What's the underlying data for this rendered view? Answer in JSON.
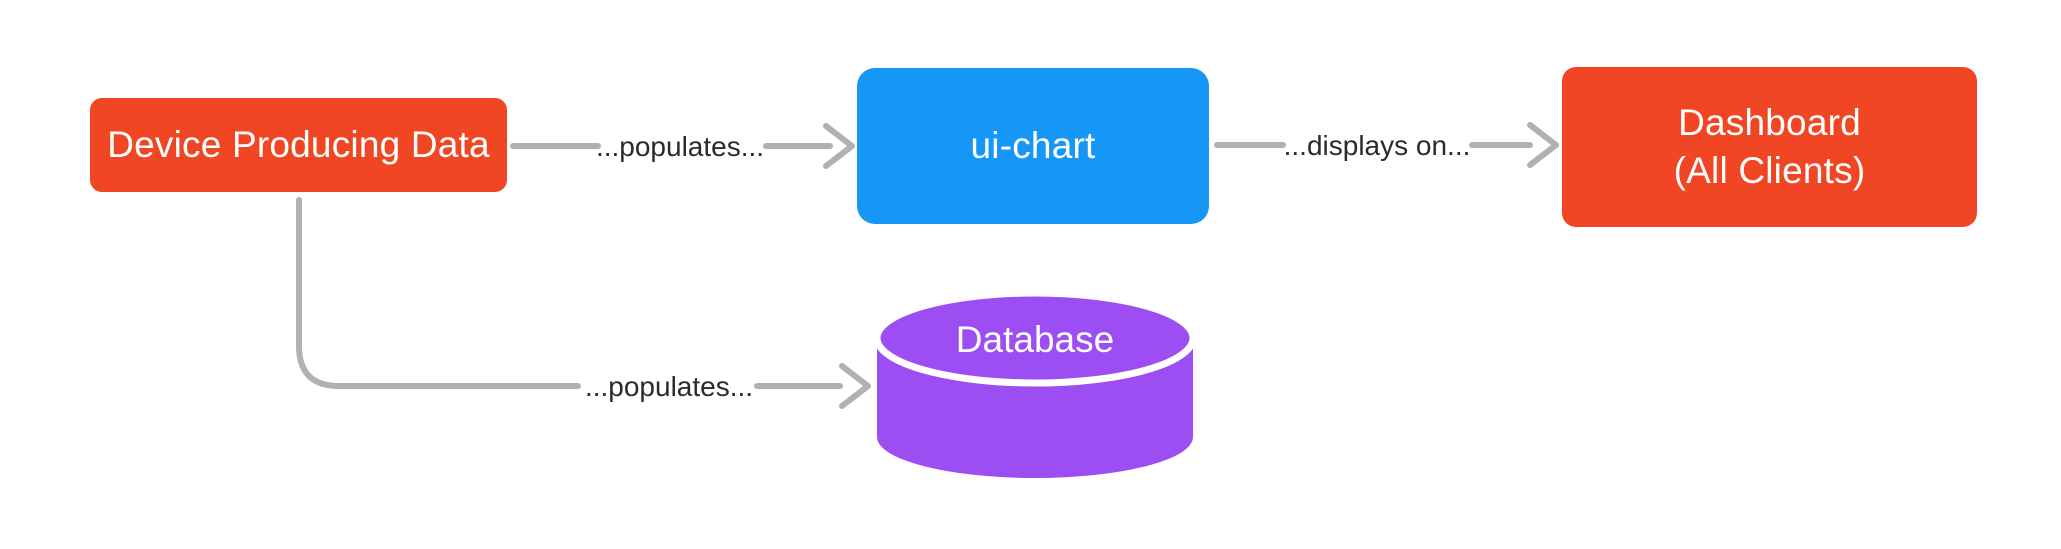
{
  "theme": {
    "canvas-bg": "#FFFFFF",
    "node-orange": "#F04624",
    "node-blue": "#1697F6",
    "node-purple": "#9D4EF2",
    "node-text": "#FFFFFF",
    "connector": "#B1B1B1",
    "edge-label": "#2B2B2B"
  },
  "nodes": {
    "device": {
      "label": "Device Producing Data",
      "shape": "rounded-rect",
      "color": "#F04624"
    },
    "ui_chart": {
      "label": "ui-chart",
      "shape": "rounded-rect",
      "color": "#1697F6"
    },
    "dashboard": {
      "line1": "Dashboard",
      "line2": "(All Clients)",
      "shape": "rounded-rect",
      "color": "#F04624"
    },
    "database": {
      "label": "Database",
      "shape": "cylinder",
      "color": "#9D4EF2"
    }
  },
  "edges": {
    "device_to_ui_chart": {
      "label": "...populates...",
      "from": "device",
      "to": "ui_chart"
    },
    "ui_chart_to_dashboard": {
      "label": "...displays on...",
      "from": "ui_chart",
      "to": "dashboard"
    },
    "device_to_database": {
      "label": "...populates...",
      "from": "device",
      "to": "database"
    }
  }
}
